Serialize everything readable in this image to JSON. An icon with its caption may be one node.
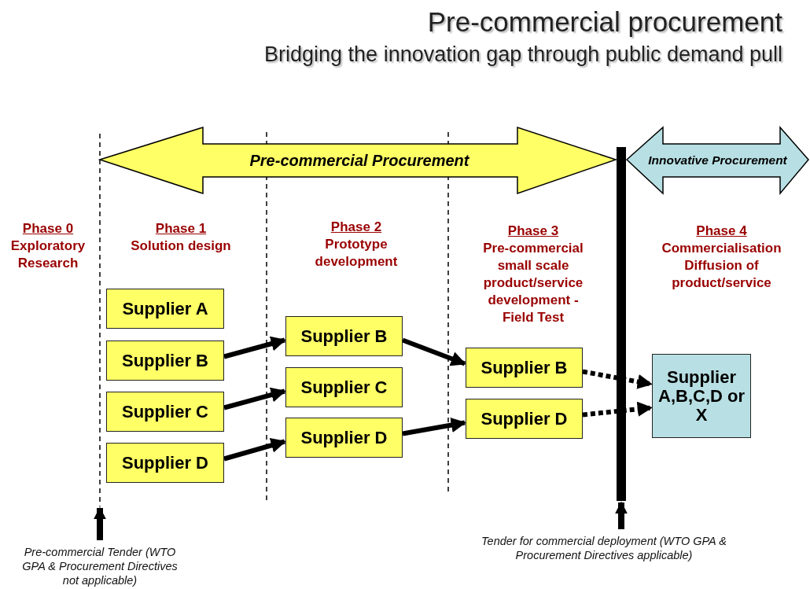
{
  "diagram": {
    "title": "Pre-commercial procurement",
    "nodes": [
      {
        "text": [
          "Pre-commercial Procurement"
        ]
      },
      {
        "text": [
          "Innovative Procurement"
        ]
      },
      {
        "text": [
          "Supplier A"
        ]
      },
      {
        "text": [
          "Supplier B"
        ]
      },
      {
        "text": [
          "Supplier C"
        ]
      },
      {
        "text": [
          "Supplier D"
        ]
      },
      {
        "text": [
          "Supplier B"
        ]
      },
      {
        "text": [
          "Supplier C"
        ]
      },
      {
        "text": [
          "Supplier D"
        ]
      },
      {
        "text": [
          "Supplier B"
        ]
      },
      {
        "text": [
          "Supplier D"
        ]
      },
      {
        "text": [
          "Supplier A,B,C,D or X"
        ]
      },
      {
        "text": [
          "Pre-commercial Tender (WTO GPA & Procurement Directives not applicable)"
        ]
      },
      {
        "text": [
          "Tender for commercial deployment (WTO GPA & Procurement Directives applicable)"
        ]
      },
      {
        "text": [],
        "shape": "line"
      },
      {
        "text": [],
        "shape": "bar"
      }
    ],
    "edges": [
      {
        "from": 3,
        "to": 6,
        "arrow": "to"
      },
      {
        "from": 4,
        "to": 7,
        "arrow": "to"
      },
      {
        "from": 5,
        "to": 8,
        "arrow": "to"
      },
      {
        "from": 6,
        "to": 9,
        "arrow": "to"
      },
      {
        "from": 8,
        "to": 10,
        "arrow": "to"
      },
      {
        "from": 9,
        "to": 11,
        "arrow": "to",
        "style": "dashed"
      },
      {
        "from": 10,
        "to": 11,
        "arrow": "to",
        "style": "dashed"
      },
      {
        "from": 12,
        "to": 14,
        "arrow": "to"
      },
      {
        "from": 13,
        "to": 15,
        "arrow": "to"
      }
    ],
    "labels": [
      "Bridging the innovation gap through public demand pull",
      "Phase 0",
      "Exploratory Research",
      "Phase 1",
      "Solution design",
      "Phase 2",
      "Prototype development",
      "Phase 3",
      "Pre-commercial small scale product/service development - Field Test",
      "Phase 4",
      "Commercialisation Diffusion of product/service"
    ]
  }
}
